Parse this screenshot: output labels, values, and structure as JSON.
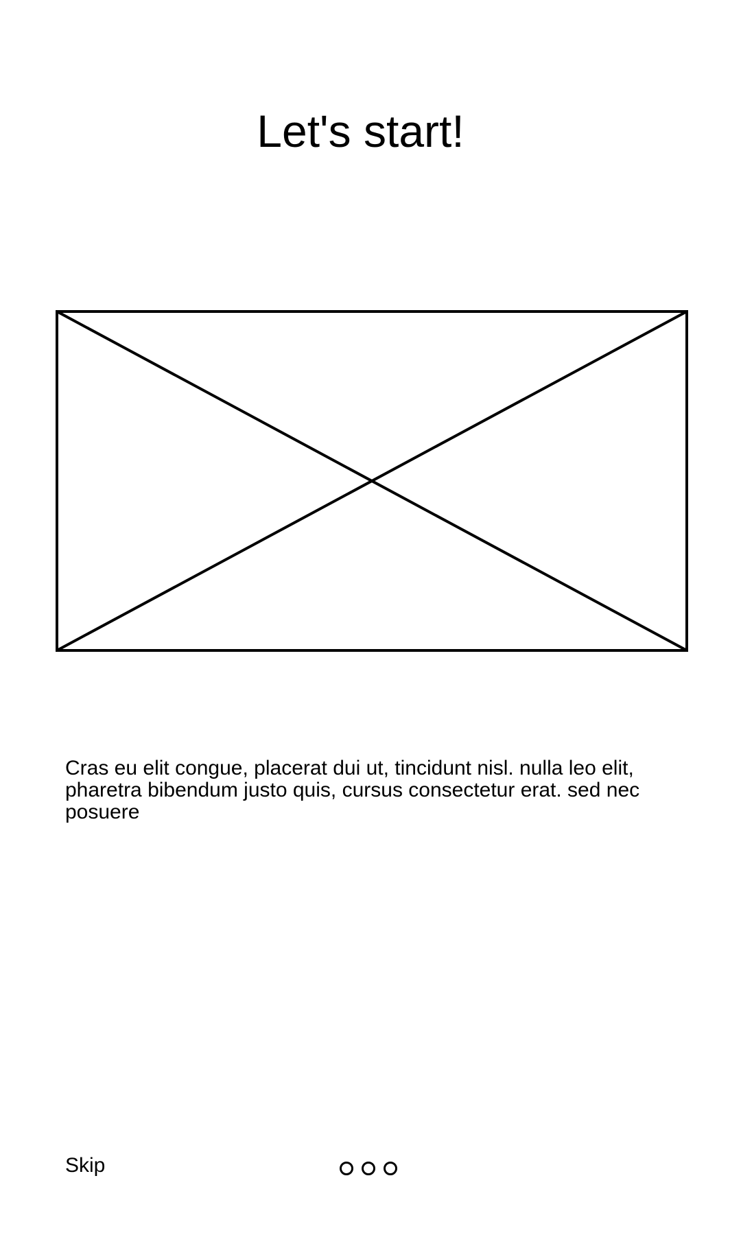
{
  "onboarding": {
    "title": "Let's start!",
    "image_placeholder": "image-placeholder-icon",
    "description": "Cras eu elit congue, placerat dui ut, tincidunt nisl. nulla leo elit, pharetra bibendum justo quis, cursus consectetur erat. sed nec posuere",
    "skip_label": "Skip",
    "pagination": {
      "total_pages": 3,
      "current_page": 1
    }
  }
}
